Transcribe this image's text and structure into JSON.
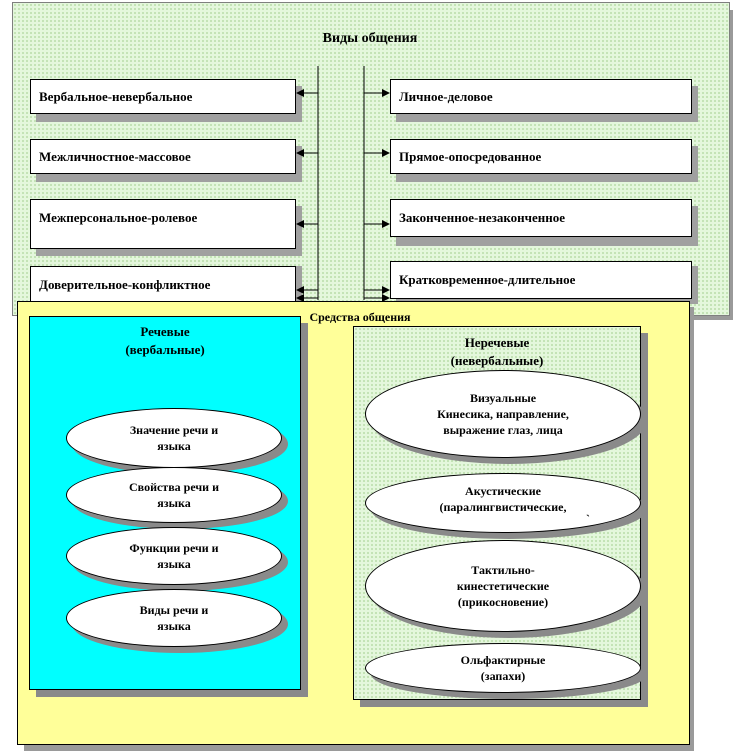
{
  "types_panel": {
    "title": "Виды общения",
    "left": [
      "Вербальное-невербальное",
      "Межличностное-массовое",
      "Межперсональное-ролевое",
      "Доверительное-конфликтное"
    ],
    "right": [
      "Личное-деловое",
      "Прямое-опосредованное",
      "Законченное-незаконченное",
      "Кратковременное-длительное"
    ]
  },
  "means_panel": {
    "title": "Средства общения",
    "verbal": {
      "title_line1": "Речевые",
      "title_line2": "(вербальные)",
      "items": [
        [
          "Значение речи и",
          "языка"
        ],
        [
          "Свойства речи и",
          "языка"
        ],
        [
          "Функции речи и",
          "языка"
        ],
        [
          "Виды речи и",
          "языка"
        ]
      ]
    },
    "nonverbal": {
      "title_line1": "Неречевые",
      "title_line2": "(невербальные)",
      "items": [
        [
          "Визуальные",
          "Кинесика, направление,",
          "выражение глаз, лица"
        ],
        [
          "Акустические",
          "(паралингвистические,",
          "`"
        ],
        [
          "Тактильно-",
          "кинестетические",
          "(прикосновение)"
        ],
        [
          "Ольфактирные",
          "(запахи)"
        ]
      ]
    }
  },
  "colors": {
    "green_bg": "#e4f7dc",
    "yellow_bg": "#ffff99",
    "cyan_bg": "#00ffff"
  }
}
